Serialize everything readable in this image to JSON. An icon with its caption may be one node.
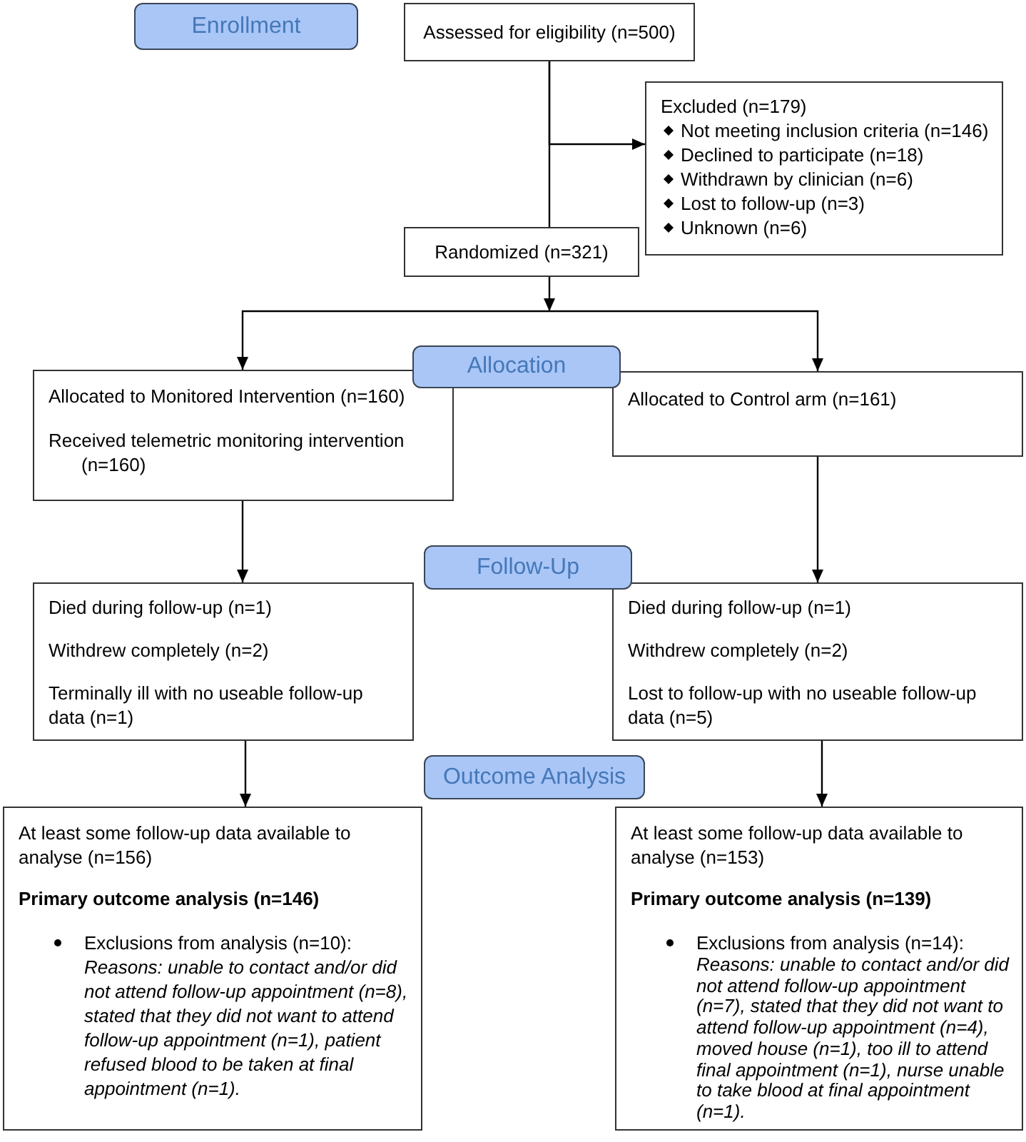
{
  "diagram": {
    "nodes": [
      {
        "text": [
          "Enrollment"
        ]
      },
      {
        "text": [
          "Assessed for eligibility (n=500)"
        ]
      },
      {
        "text": [
          "Excluded (n=179)",
          "Not meeting inclusion criteria (n=146)",
          "Declined to participate (n=18)",
          "Withdrawn by clinician (n=6)",
          "Lost to follow-up (n=3)",
          "Unknown (n=6)"
        ]
      },
      {
        "text": [
          "Randomized (n=321)"
        ]
      },
      {
        "text": [
          "Allocation"
        ]
      },
      {
        "text": [
          "Allocated to Monitored Intervention (n=160)",
          "Received telemetric monitoring intervention (n=160)"
        ]
      },
      {
        "text": [
          "Allocated to Control arm (n=161)"
        ]
      },
      {
        "text": [
          "Follow-Up"
        ]
      },
      {
        "text": [
          "Died during follow-up (n=1)",
          "Withdrew completely (n=2)",
          "Terminally ill with no useable follow-up data (n=1)"
        ]
      },
      {
        "text": [
          "Died during follow-up (n=1)",
          "Withdrew completely (n=2)",
          "Lost to follow-up with no useable follow-up data (n=5)"
        ]
      },
      {
        "text": [
          "Outcome Analysis"
        ]
      },
      {
        "text": [
          "At least some follow-up data available to analyse (n=156)",
          "Primary outcome analysis (n=146)",
          "Exclusions from analysis (n=10):",
          "Reasons: unable to contact and/or did not attend follow-up appointment (n=8), stated that they did not want to attend follow-up appointment (n=1), patient refused blood to be taken at final appointment (n=1)."
        ]
      },
      {
        "text": [
          "At least some follow-up data available to analyse (n=153)",
          "Primary outcome analysis (n=139)",
          "Exclusions from analysis (n=14):",
          "Reasons: unable to contact and/or did not attend follow-up appointment (n=7), stated that they did not want to attend follow-up appointment (n=4), moved house (n=1), too ill to attend final appointment (n=1), nurse unable to take blood at final appointment (n=1)."
        ]
      }
    ],
    "edges": [
      {
        "from": 1,
        "to": 3,
        "arrow": "none"
      },
      {
        "from": 1,
        "to": 2,
        "arrow": "to"
      },
      {
        "from": 3,
        "to": 5,
        "arrow": "to"
      },
      {
        "from": 3,
        "to": 6,
        "arrow": "to"
      },
      {
        "from": 5,
        "to": 8,
        "arrow": "to"
      },
      {
        "from": 6,
        "to": 9,
        "arrow": "to"
      },
      {
        "from": 8,
        "to": 11,
        "arrow": "to"
      },
      {
        "from": 9,
        "to": 12,
        "arrow": "to"
      }
    ]
  }
}
